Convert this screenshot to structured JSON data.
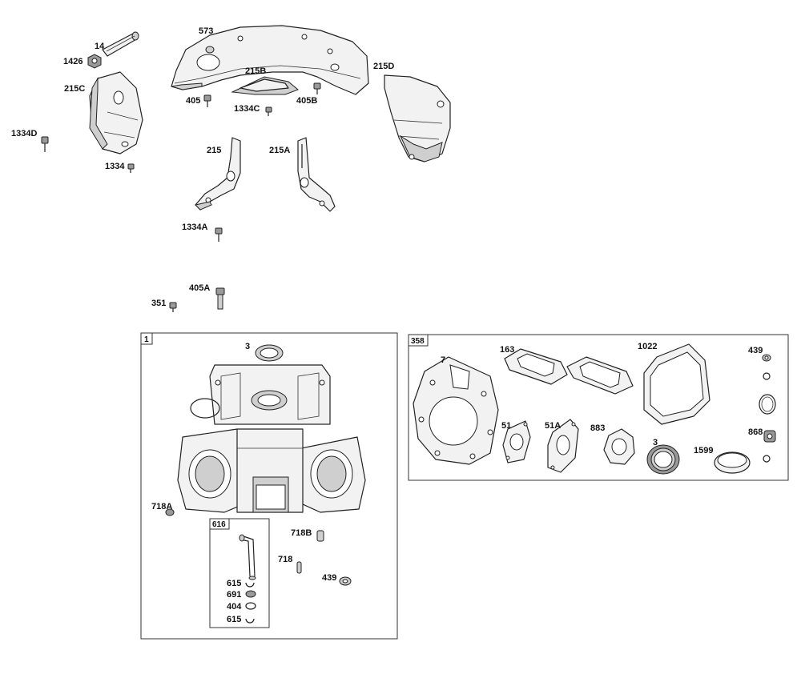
{
  "colors": {
    "line": "#222222",
    "fill_light": "#f2f2f2",
    "fill_mid": "#cfcfcf",
    "fill_dark": "#9a9a9a"
  },
  "labels": {
    "p14": "14",
    "p1426": "1426",
    "p215C": "215C",
    "p1334D": "1334D",
    "p1334": "1334",
    "p573": "573",
    "p215B": "215B",
    "p405": "405",
    "p1334C": "1334C",
    "p405B": "405B",
    "p215D": "215D",
    "p215": "215",
    "p215A": "215A",
    "p1334A": "1334A",
    "p405A": "405A",
    "p351": "351",
    "box1": "1",
    "p3a": "3",
    "p718A": "718A",
    "box616": "616",
    "p718B": "718B",
    "p718": "718",
    "p439a": "439",
    "p615a": "615",
    "p691": "691",
    "p404": "404",
    "p615b": "615",
    "box358": "358",
    "p7": "7",
    "p163": "163",
    "p1022": "1022",
    "p439b": "439",
    "p51": "51",
    "p51A": "51A",
    "p883": "883",
    "p3b": "3",
    "p1599": "1599",
    "p868": "868"
  }
}
